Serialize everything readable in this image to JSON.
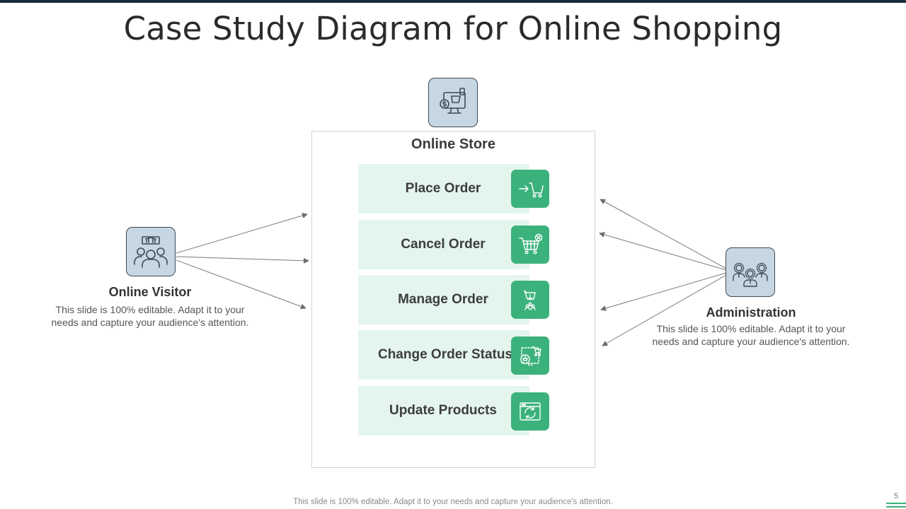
{
  "title": "Case Study Diagram for Online Shopping",
  "store": {
    "title": "Online Store",
    "icon": "online-store-monitor-icon",
    "rows": [
      {
        "label": "Place Order",
        "icon": "cart-arrow-icon"
      },
      {
        "label": "Cancel Order",
        "icon": "cart-cancel-icon"
      },
      {
        "label": "Manage Order",
        "icon": "manage-order-icon"
      },
      {
        "label": "Change Order Status",
        "icon": "order-status-icon"
      },
      {
        "label": "Update Products",
        "icon": "update-products-icon"
      }
    ]
  },
  "visitor": {
    "name": "Online Visitor",
    "desc_line1": "This slide is 100% editable.  Adapt it to your",
    "desc_line2": "needs and capture your audience's attention.",
    "icon": "visitors-group-icon"
  },
  "admin": {
    "name": "Administration",
    "desc_line1": "This slide is 100% editable.  Adapt it to your",
    "desc_line2": "needs and capture your audience's attention.",
    "icon": "administration-team-icon"
  },
  "footer": "This slide is 100% editable. Adapt it to your needs and capture your audience's attention.",
  "page_number": "5",
  "colors": {
    "accent_green": "#3bb27c",
    "row_bg": "#e4f5ed",
    "icon_box_bg": "#c6d6e2",
    "topbar": "#1d2d3a"
  }
}
